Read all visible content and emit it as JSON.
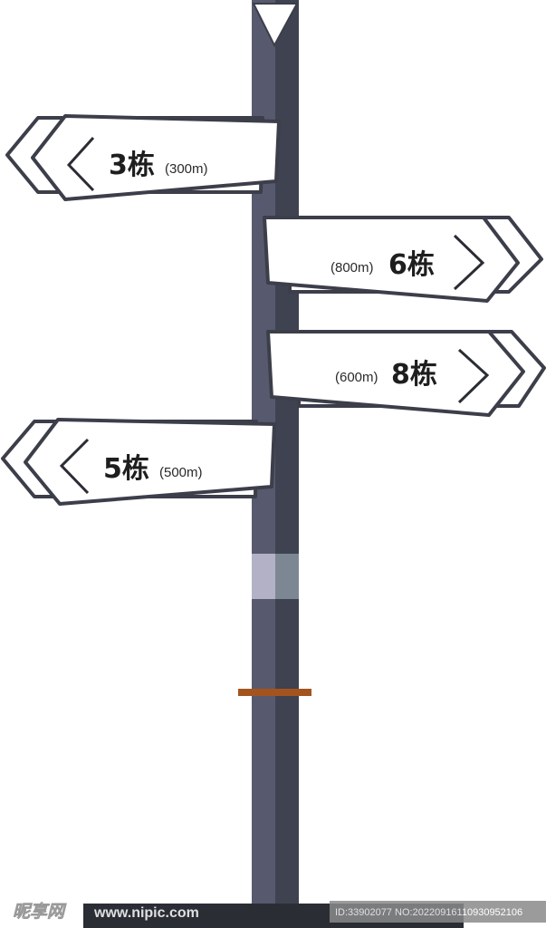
{
  "signs": [
    {
      "title": "3栋",
      "distance": "(300m)",
      "direction": "left"
    },
    {
      "title": "6栋",
      "distance": "(800m)",
      "direction": "right"
    },
    {
      "title": "8栋",
      "distance": "(600m)",
      "direction": "right"
    },
    {
      "title": "5栋",
      "distance": "(500m)",
      "direction": "left"
    }
  ],
  "watermark": {
    "logo_text": "昵享网",
    "url": "www.nipic.com",
    "id_text": "ID:33902077 NO:20220916110930952106"
  },
  "colors": {
    "pole_light": "#575a6e",
    "pole_dark": "#3f4250",
    "sign_fill": "#ffffff",
    "sign_outline": "#3c3e4a",
    "band_light": "#b3b1c6",
    "band_dark": "#7d8793",
    "ring": "#a3541e",
    "base": "#2b2d35"
  }
}
